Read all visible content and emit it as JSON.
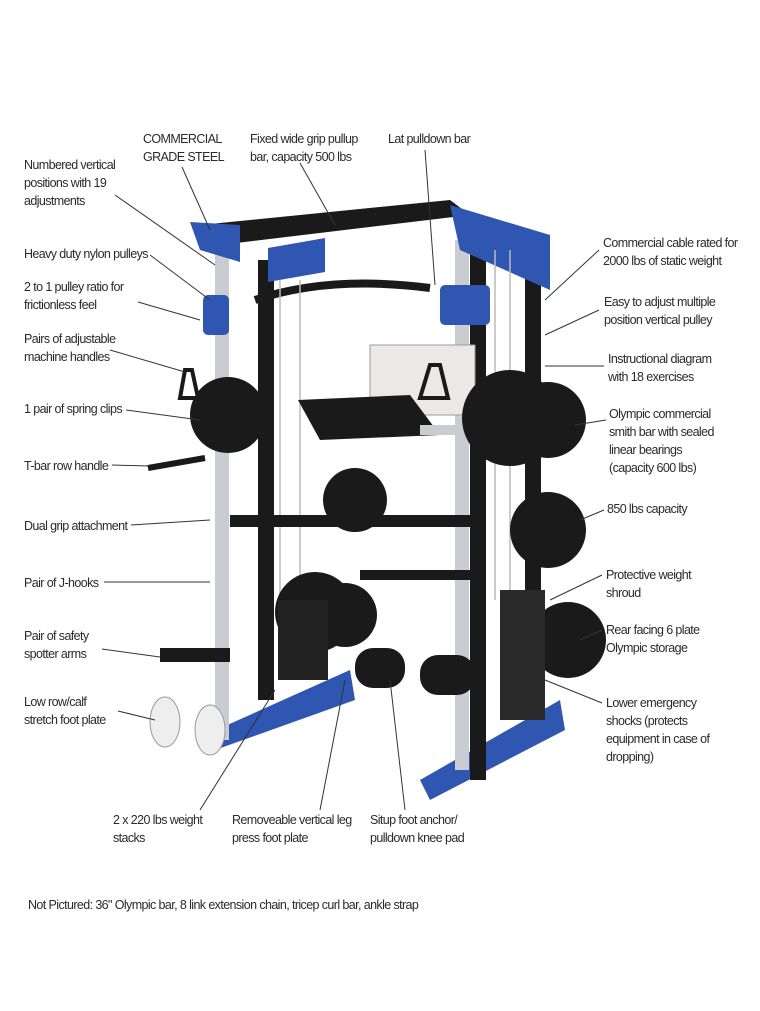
{
  "top_labels": {
    "steel": "COMMERCIAL\nGRADE STEEL",
    "pullup": "Fixed wide grip pullup\nbar, capacity 500 lbs",
    "lat": "Lat pulldown bar"
  },
  "left_labels": {
    "numbered": "Numbered vertical\npositions with 19\nadjustments",
    "pulleys": "Heavy duty nylon pulleys",
    "ratio": "2 to 1 pulley ratio for\nfrictionless feel",
    "handles": "Pairs of adjustable\nmachine handles",
    "clips": "1 pair of spring clips",
    "tbar": "T-bar row handle",
    "dualgrip": "Dual grip attachment",
    "jhooks": "Pair of J-hooks",
    "spotter": "Pair of safety\nspotter arms",
    "footplate": "Low row/calf\nstretch foot plate"
  },
  "right_labels": {
    "cable": "Commercial cable rated for\n2000 lbs of static weight",
    "vpulley": "Easy to adjust multiple\nposition vertical pulley",
    "diagram": "Instructional diagram\nwith 18 exercises",
    "smith": "Olympic commercial\nsmith bar with sealed\nlinear bearings\n(capacity 600 lbs)",
    "capacity": "850 lbs capacity",
    "shroud": "Protective weight\nshroud",
    "storage": "Rear facing 6 plate\nOlympic storage",
    "shocks": "Lower emergency\nshocks (protects\nequipment in case of\ndropping)"
  },
  "bottom_labels": {
    "stacks": "2 x 220 lbs weight\nstacks",
    "legpress": "Removeable vertical leg\npress foot plate",
    "situp": "Situp foot anchor/\npulldown knee pad"
  },
  "footer": "Not Pictured: 36\" Olympic bar, 8 link extension chain, tricep curl bar, ankle strap",
  "colors": {
    "frame": "#1a1a1a",
    "accent_blue": "#2f56b0",
    "steel": "#c9cdd2",
    "text": "#2a2a2a"
  }
}
